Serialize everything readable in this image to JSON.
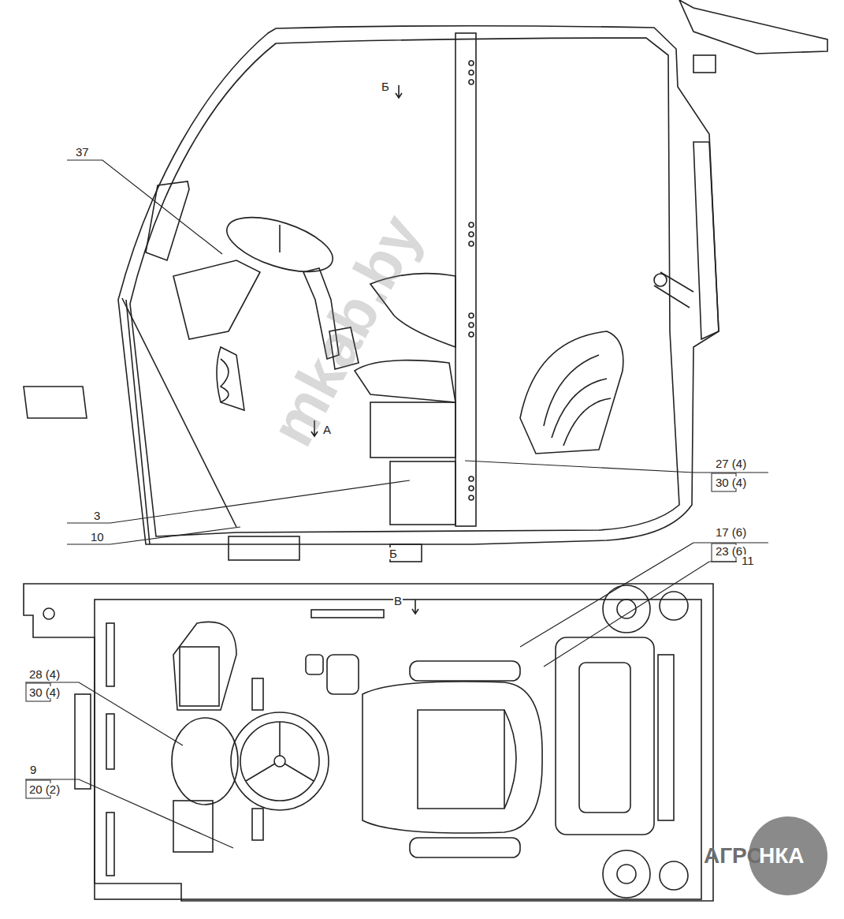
{
  "diagram": {
    "labels": [
      "37",
      "Б",
      "А",
      "27 (4)",
      "30 (4)",
      "3",
      "10",
      "Б",
      "17 (6)",
      "23 (6)",
      "11",
      "В",
      "28 (4)",
      "30 (4)",
      "9",
      "20 (2)",
      "mkab.by",
      "АГРО",
      "НКА"
    ]
  }
}
